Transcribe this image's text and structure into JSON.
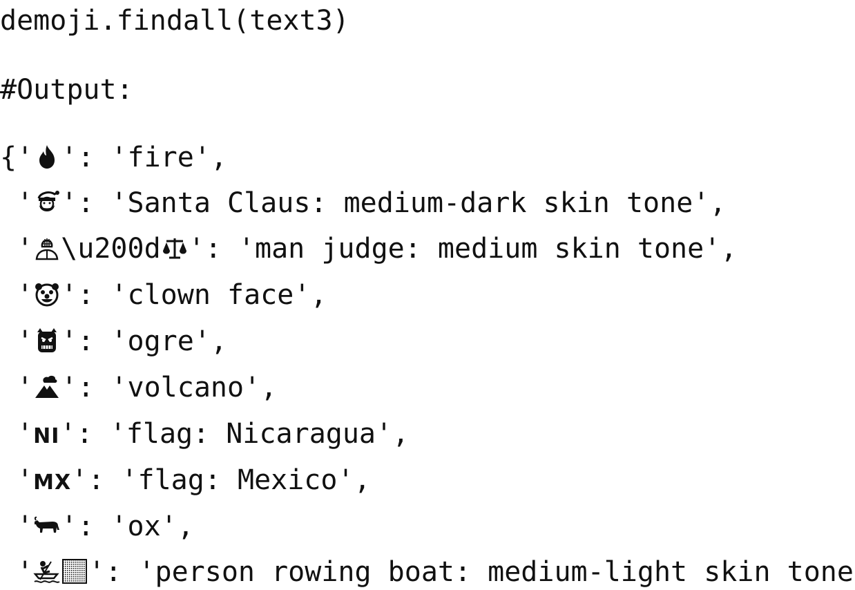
{
  "code": {
    "command": "demoji.findall(text3)",
    "output_label": "#Output:"
  },
  "entries": [
    {
      "prefix": "{'",
      "emoji_icon": "fire-icon",
      "suffix": "': ",
      "value": "'fire',"
    },
    {
      "prefix": " '",
      "emoji_icon": "santa-claus-icon",
      "suffix": "': ",
      "value": "'Santa Claus: medium-dark skin tone',"
    },
    {
      "prefix": " '",
      "emoji_icon": "man-judge-icon",
      "extra_text": "\\u200d",
      "extra_icon": "balance-scale-icon",
      "suffix": "': ",
      "value": "'man judge: medium skin tone',"
    },
    {
      "prefix": " '",
      "emoji_icon": "clown-face-icon",
      "suffix": "': ",
      "value": "'clown face',"
    },
    {
      "prefix": " '",
      "emoji_icon": "ogre-icon",
      "suffix": "': ",
      "value": "'ogre',"
    },
    {
      "prefix": " '",
      "emoji_icon": "volcano-icon",
      "suffix": "': ",
      "value": "'volcano',"
    },
    {
      "prefix": " '",
      "flag_code": "NI",
      "suffix": "': ",
      "value": "'flag: Nicaragua',"
    },
    {
      "prefix": " '",
      "flag_code": "MX",
      "suffix": "': ",
      "value": "'flag: Mexico',"
    },
    {
      "prefix": " '",
      "emoji_icon": "ox-icon",
      "suffix": "': ",
      "value": "'ox',"
    },
    {
      "prefix": " '",
      "emoji_icon": "person-rowing-boat-icon",
      "extra_icon": "skin-tone-swatch-icon",
      "suffix": "': ",
      "value": "'person rowing boat: medium-light skin tone'}"
    }
  ]
}
